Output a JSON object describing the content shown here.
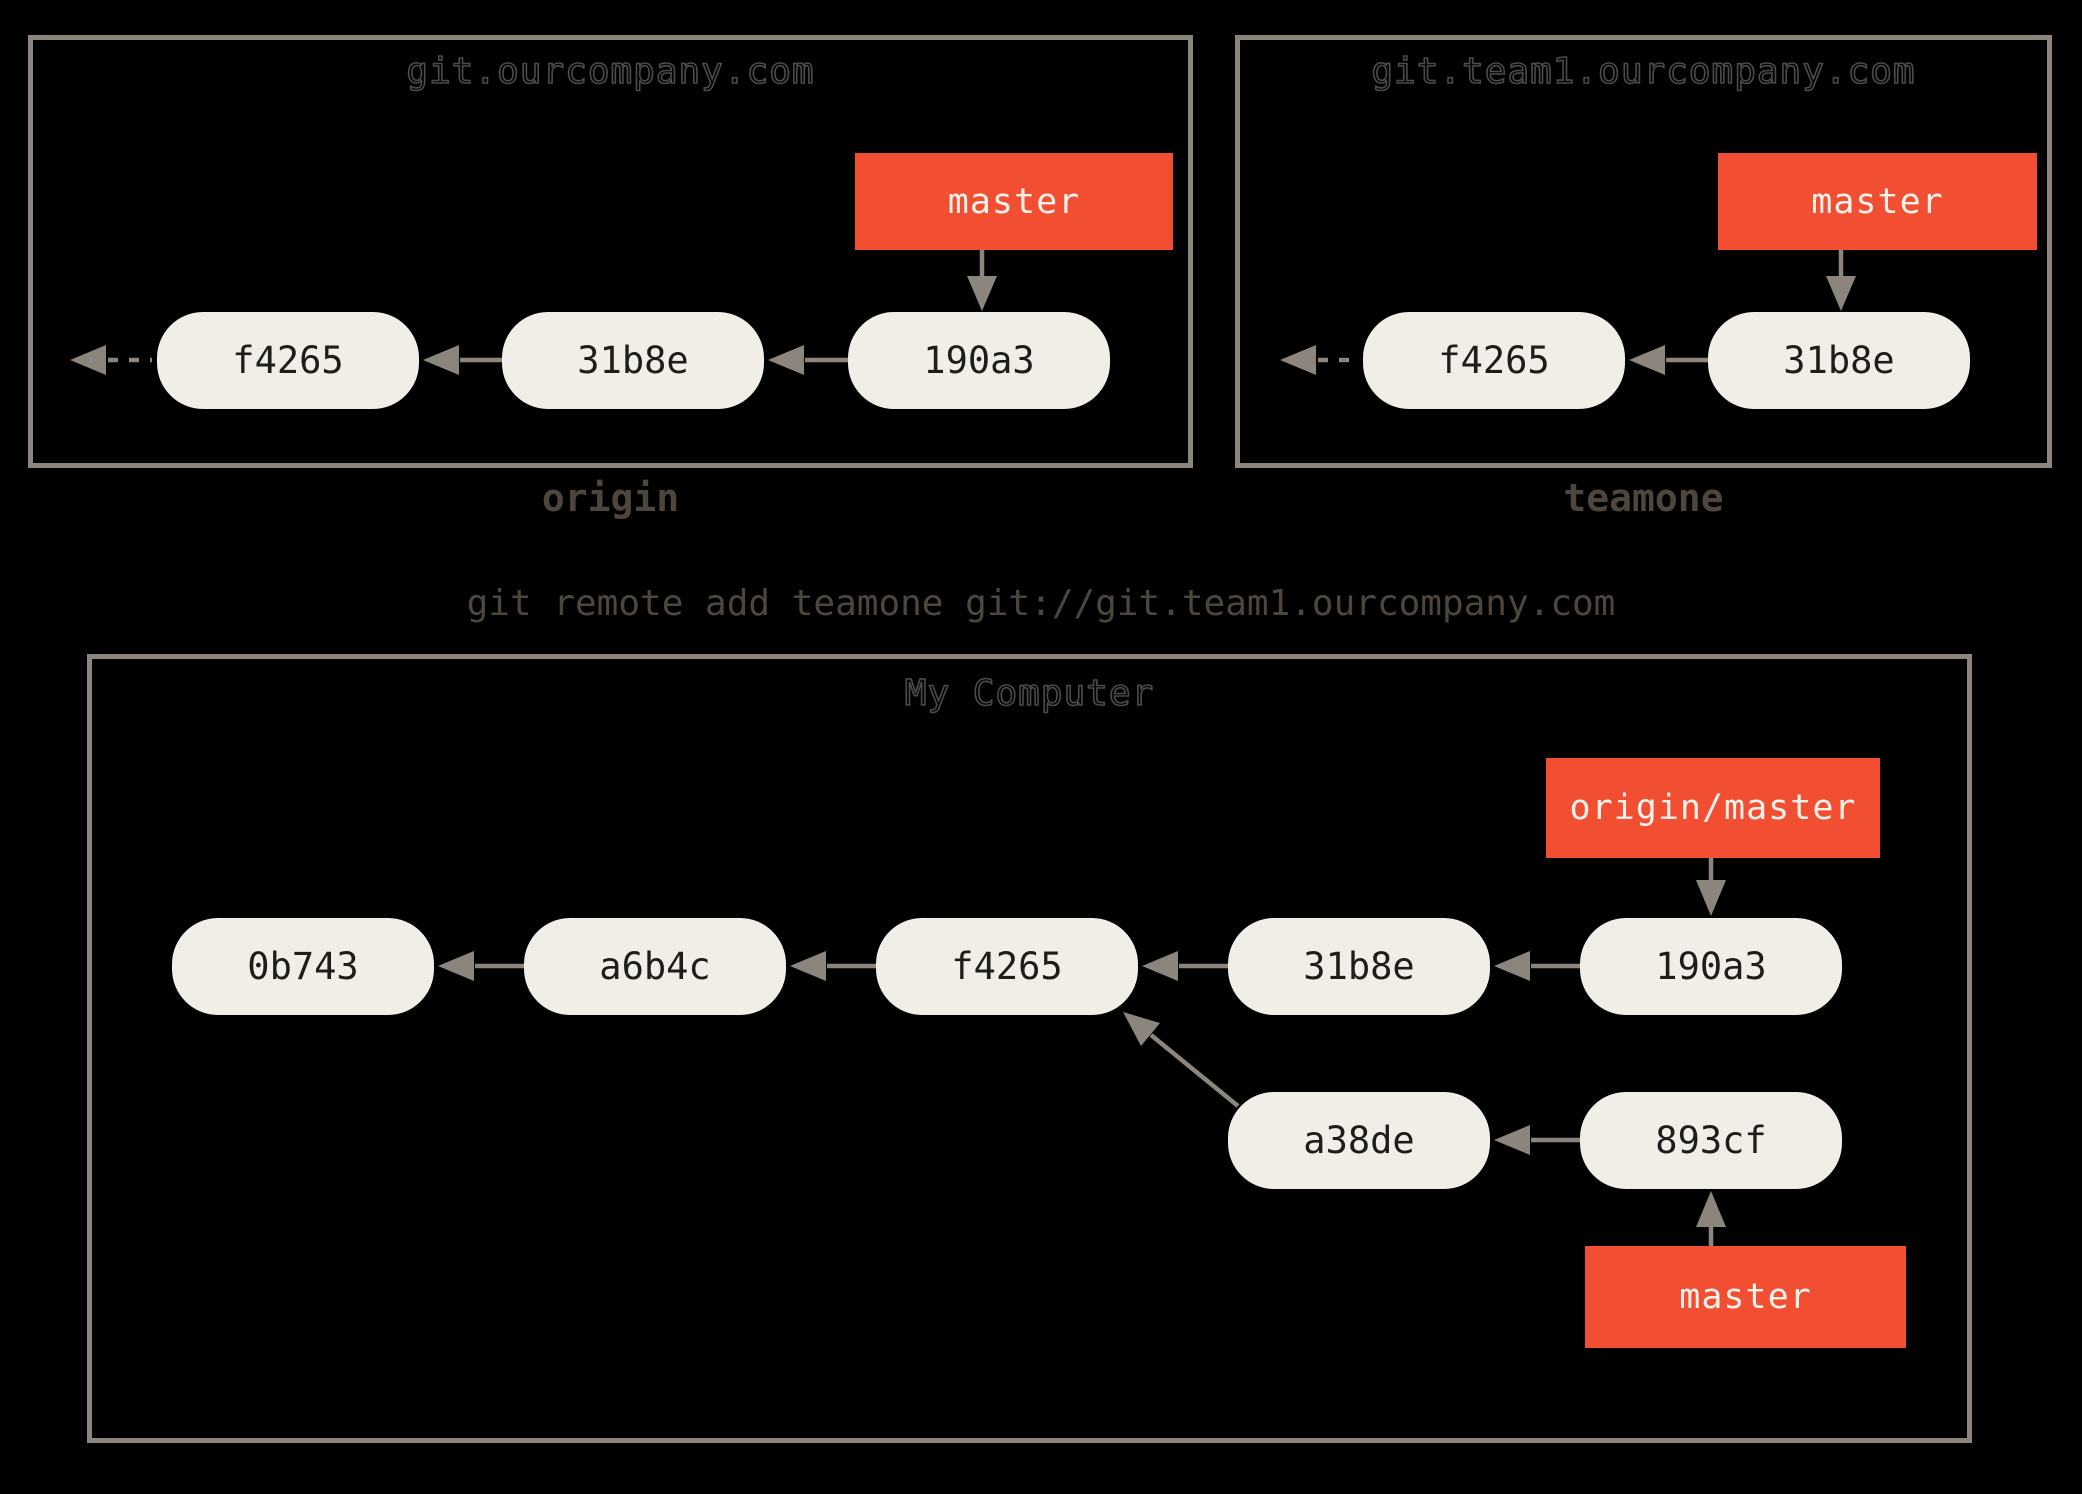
{
  "colors": {
    "background": "#000000",
    "panel_border": "#8B857D",
    "node_fill": "#F0EEE7",
    "node_text": "#1F1D1A",
    "branch_fill": "#F14E32",
    "branch_text": "#F6F2EB",
    "arrow": "#8C857D",
    "title_outline": "#4B4B4B",
    "label_text": "#4E463D"
  },
  "caption": "git remote add teamone git://git.team1.ourcompany.com",
  "panels": {
    "origin": {
      "title": "git.ourcompany.com",
      "label": "origin",
      "branch_label": "master",
      "commits": [
        "f4265",
        "31b8e",
        "190a3"
      ]
    },
    "teamone": {
      "title": "git.team1.ourcompany.com",
      "label": "teamone",
      "branch_label": "master",
      "commits": [
        "f4265",
        "31b8e"
      ]
    },
    "local": {
      "title": "My Computer",
      "remote_branch_label": "origin/master",
      "branch_label": "master",
      "main_commits": [
        "0b743",
        "a6b4c",
        "f4265",
        "31b8e",
        "190a3"
      ],
      "topic_commits": [
        "a38de",
        "893cf"
      ]
    }
  }
}
